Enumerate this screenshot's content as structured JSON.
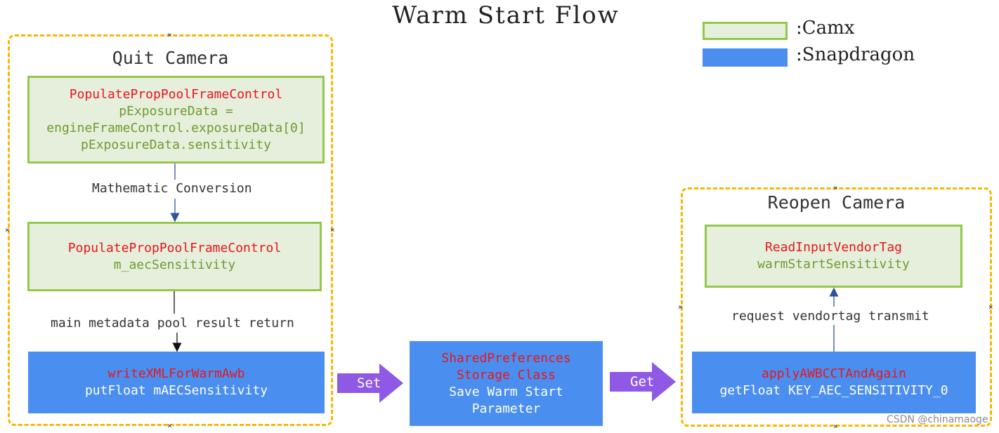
{
  "title": "Warm Start Flow",
  "legend": [
    {
      "label": ":Camx",
      "color": "#e6efdc",
      "border": "#92c94a"
    },
    {
      "label": ":Snapdragon",
      "color": "#4a8ff0"
    }
  ],
  "groups": {
    "quit": {
      "title": "Quit Camera"
    },
    "reopen": {
      "title": "Reopen Camera"
    }
  },
  "boxes": {
    "populate1": {
      "fn": "PopulatePropPoolFrameControl",
      "lines": [
        "pExposureData =",
        "engineFrameControl.exposureData[0]",
        "pExposureData.sensitivity"
      ]
    },
    "populate2": {
      "fn": "PopulatePropPoolFrameControl",
      "lines": [
        "m_aecSensitivity"
      ]
    },
    "writeXml": {
      "fn": "writeXMLForWarmAwb",
      "lines": [
        "putFloat mAECSensitivity"
      ]
    },
    "shared": {
      "fn": "SharedPreferences",
      "fn2": "Storage Class",
      "lines": [
        "Save Warm Start",
        "Parameter"
      ]
    },
    "apply": {
      "fn": "applyAWBCCTAndAgain",
      "lines": [
        "getFloat KEY_AEC_SENSITIVITY_0"
      ]
    },
    "readInput": {
      "fn": "ReadInputVendorTag",
      "lines": [
        "warmStartSensitivity"
      ]
    }
  },
  "edges": {
    "math": "Mathematic Conversion",
    "metadata": "main metadata pool result return",
    "vendortag": "request vendortag transmit",
    "set": "Set",
    "get": "Get"
  },
  "colors": {
    "group_border": "#f5b800",
    "camx_fill": "#e6efdc",
    "camx_border": "#92c94a",
    "snapdragon_fill": "#4a8ff0",
    "function_text": "#e8161b",
    "set_get_arrow": "#8f59e6",
    "flow_arrow": "#2f5597"
  },
  "watermark": "CSDN @chinamaoge"
}
